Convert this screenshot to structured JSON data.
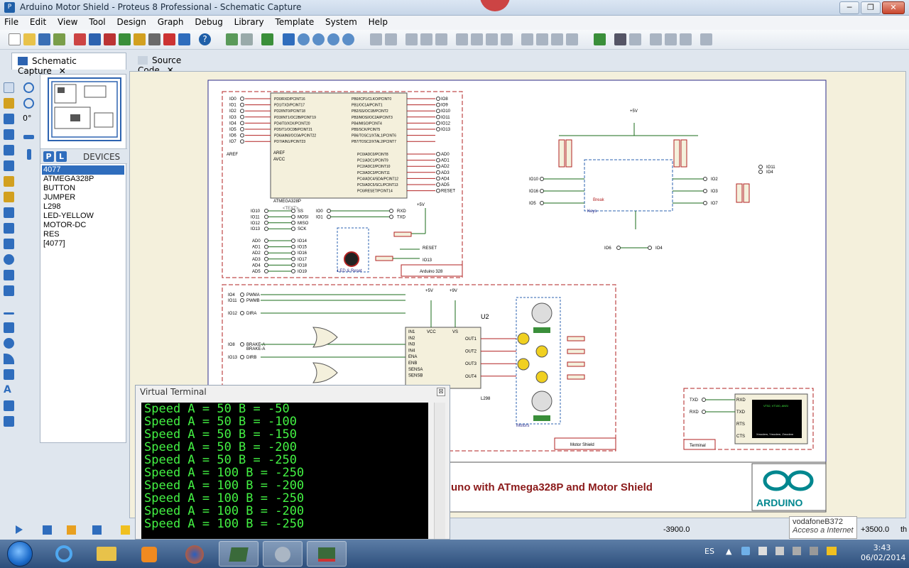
{
  "window": {
    "title": "Arduino Motor Shield - Proteus 8 Professional - Schematic Capture",
    "min": "─",
    "max": "❐",
    "close": "✕"
  },
  "menu": [
    "File",
    "Edit",
    "View",
    "Tool",
    "Design",
    "Graph",
    "Debug",
    "Library",
    "Template",
    "System",
    "Help"
  ],
  "tabs": [
    {
      "label": "Schematic Capture",
      "close": "✕",
      "active": true
    },
    {
      "label": "Source Code",
      "close": "✕",
      "active": false
    }
  ],
  "rotation": "0°",
  "devices": {
    "header": "DEVICES",
    "p_button": "P",
    "l_button": "L",
    "items": [
      "4077",
      "ATMEGA328P",
      "BUTTON",
      "JUMPER",
      "L298",
      "LED-YELLOW",
      "MOTOR-DC",
      "RES",
      "[4077]"
    ],
    "selected_index": 0
  },
  "schematic": {
    "mcu_name": "ATMEGA328P",
    "mcu_text": "<TEXT>",
    "block_arduino": "Arduino 328",
    "block_motor": "Motor Shield",
    "block_terminal": "Terminal",
    "l298_label": "U2",
    "l298_part": "L298",
    "reset_label": "RESET",
    "led_reset": "LED & Reset",
    "keys_label": "Keys",
    "motors_label": "Motors",
    "break_label": "Break",
    "brake_label": "BRAKE-A",
    "plus5v": "+5V",
    "plus9v": "+9V",
    "banner": "uno with ATmega328P and Motor Shield",
    "arduino_logo": "ARDUINO",
    "vt_screen": "VT52, VT100, ANSI",
    "vt_keys": "Xmodem, Ymodem, Zmodem",
    "mcu_left_pins": [
      "PD0/RXD/PCINT16",
      "PD1/TXD/PCINT17",
      "PD2/INT0/PCINT18",
      "PD3/INT1/OC2B/PCINT19",
      "PD4/T0/XCK/PCINT20",
      "PD5/T1/OC0B/PCINT21",
      "PD6/AIN0/OC0A/PCINT22",
      "PD7/AIN1/PCINT23"
    ],
    "mcu_right_pins": [
      "PB0/ICP1/CLKO/PCINT0",
      "PB1/OC1A/PCINT1",
      "PB2/SS/OC1B/PCINT2",
      "PB3/MOSI/OC2A/PCINT3",
      "PB4/MISO/PCINT4",
      "PB5/SCK/PCINT5",
      "PB6/TOSC1/XTAL1/PCINT6",
      "PB7/TOSC2/XTAL2/PCINT7"
    ],
    "mcu_right_pins2": [
      "PC0/ADC0/PCINT8",
      "PC1/ADC1/PCINT9",
      "PC2/ADC2/PCINT10",
      "PC3/ADC3/PCINT11",
      "PC4/ADC4/SDA/PCINT12",
      "PC5/ADC5/SCL/PCINT13",
      "PC6/RESET/PCINT14"
    ],
    "io_left": [
      "IO0",
      "IO1",
      "IO2",
      "IO3",
      "IO4",
      "IO5",
      "IO6",
      "IO7"
    ],
    "io_right": [
      "IO8",
      "IO9",
      "IO10",
      "IO11",
      "IO12",
      "IO13"
    ],
    "ad_right": [
      "AD0",
      "AD1",
      "AD2",
      "AD3",
      "AD4",
      "AD5",
      "RESET"
    ],
    "aref": "AREF",
    "avcc": "AVCC",
    "spi_left": [
      "IO10",
      "IO11",
      "IO12",
      "IO13"
    ],
    "spi_right": [
      "SS",
      "MOSI",
      "MISO",
      "SCK"
    ],
    "uart_in": [
      "IO0",
      "IO1"
    ],
    "uart_out": [
      "RXD",
      "TXD"
    ],
    "ad_in": [
      "AD0",
      "AD1",
      "AD2",
      "AD3",
      "AD4",
      "AD5"
    ],
    "ad_out": [
      "IO14",
      "IO15",
      "IO16",
      "IO17",
      "IO18",
      "IO19"
    ],
    "io13_out": "IO13",
    "key_left": [
      "IO10",
      "IO16",
      "IO5"
    ],
    "key_right": [
      "IO2",
      "IO3",
      "IO7"
    ],
    "key_io_extra": [
      "IO11",
      "IO4"
    ],
    "io6_io4": [
      "IO6",
      "IO4"
    ],
    "motor_left": [
      "IO4",
      "IO11",
      "IO12",
      "IO8",
      "IO13"
    ],
    "motor_names": [
      "PWMA",
      "PWMB",
      "DIRA",
      "BRAKE-A",
      "DIRB"
    ],
    "l298_pins_left": [
      "IN1",
      "IN2",
      "IN3",
      "IN4",
      "ENA",
      "ENB",
      "SENSA",
      "SENSB"
    ],
    "l298_pins_right": [
      "OUT1",
      "OUT2",
      "OUT3",
      "OUT4"
    ],
    "l298_pins_top": [
      "VCC",
      "VS"
    ],
    "term_pins": [
      "RXD",
      "TXD",
      "RTS",
      "CTS"
    ],
    "term_left": [
      "TXD",
      "RXD"
    ]
  },
  "terminal": {
    "title": "Virtual Terminal",
    "close": "⊠",
    "lines": [
      "Speed A = 50 B = -50",
      "Speed A = 50 B = -100",
      "Speed A = 50 B = -150",
      "Speed A = 50 B = -200",
      "Speed A = 50 B = -250",
      "Speed A = 100 B = -250",
      "Speed A = 100 B = -200",
      "Speed A = 100 B = -250",
      "Speed A = 100 B = -200",
      "Speed A = 100 B = -250"
    ]
  },
  "status": {
    "coord_x": "-3900.0",
    "coord_y": "+3500.0",
    "unit": "th"
  },
  "tooltip": {
    "network": "vodafoneB372",
    "access": "Acceso a Internet"
  },
  "taskbar": {
    "lang": "ES",
    "time": "3:43",
    "date": "06/02/2014"
  },
  "colors": {
    "wire": "#1a6b1a",
    "pin": "#b22222",
    "block_border": "#b22222",
    "text_green": "#43f243",
    "selection_blue": "#2f6dbd"
  }
}
